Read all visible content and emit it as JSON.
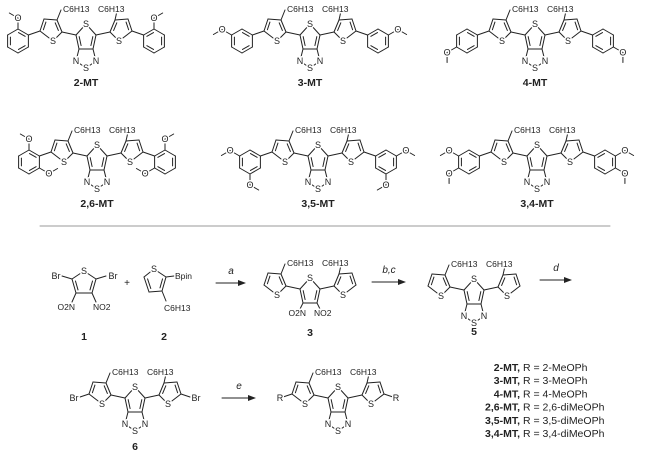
{
  "atoms": {
    "S": "S",
    "N": "N",
    "O": "O",
    "Br": "Br",
    "R": "R",
    "bpin": "Bpin",
    "hexyl": "C6H13",
    "nitro_left": "O2N",
    "nitro_right": "NO2",
    "plus": "+"
  },
  "compounds": [
    {
      "label": "2-MT",
      "methoxy_positions": [
        2
      ]
    },
    {
      "label": "3-MT",
      "methoxy_positions": [
        3
      ]
    },
    {
      "label": "4-MT",
      "methoxy_positions": [
        4
      ]
    },
    {
      "label": "2,6-MT",
      "methoxy_positions": [
        2,
        6
      ]
    },
    {
      "label": "3,5-MT",
      "methoxy_positions": [
        3,
        5
      ]
    },
    {
      "label": "3,4-MT",
      "methoxy_positions": [
        3,
        4
      ]
    }
  ],
  "scheme": {
    "compound_labels": {
      "c1": "1",
      "c2": "2",
      "c3": "3",
      "c5": "5",
      "c6": "6"
    },
    "conditions": {
      "a": "a",
      "bc": "b,c",
      "d": "d",
      "e": "e"
    },
    "r_definitions": [
      {
        "name": "2-MT,",
        "value": "R = 2-MeOPh"
      },
      {
        "name": "3-MT,",
        "value": "R = 3-MeOPh"
      },
      {
        "name": "4-MT,",
        "value": "R = 4-MeOPh"
      },
      {
        "name": "2,6-MT,",
        "value": "R = 2,6-diMeOPh"
      },
      {
        "name": "3,5-MT,",
        "value": "R = 3,5-diMeOPh"
      },
      {
        "name": "3,4-MT,",
        "value": "R = 3,4-diMeOPh"
      }
    ]
  },
  "colors": {
    "ink": "#222222",
    "background": "#ffffff"
  }
}
